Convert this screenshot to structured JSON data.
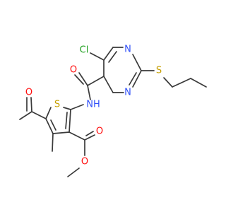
{
  "colors": {
    "bond": "#3a3a3a",
    "carbon": "#3a3a3a",
    "oxygen": "#ff0d0d",
    "nitrogen": "#3050f8",
    "sulfur": "#c6a000",
    "chlorine": "#1ea01e"
  },
  "atoms": {
    "cl": "Cl",
    "n_top": "N",
    "n_right": "N",
    "s_thioether": "S",
    "o_amide": "O",
    "nh": "NH",
    "s_ring": "S",
    "o_acetyl": "O",
    "o_ester_carbonyl": "O",
    "o_ester_ether": "O"
  }
}
